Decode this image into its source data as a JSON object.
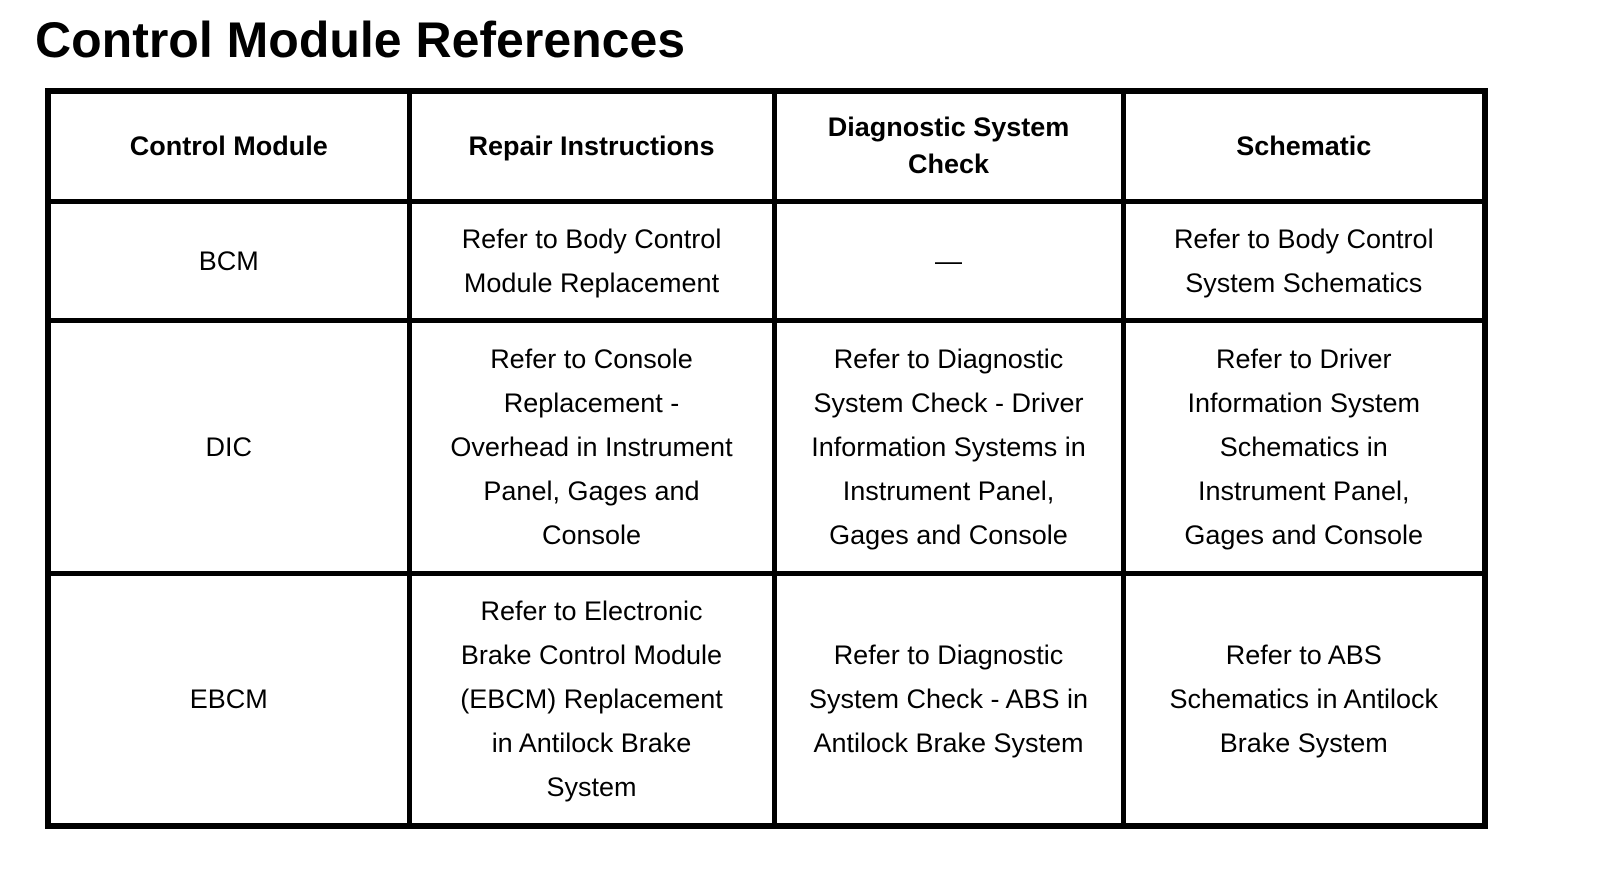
{
  "page": {
    "title": "Control Module References"
  },
  "table": {
    "columns": [
      {
        "label": "Control Module"
      },
      {
        "label": "Repair Instructions"
      },
      {
        "label": "Diagnostic System\nCheck"
      },
      {
        "label": "Schematic"
      }
    ],
    "rows": [
      {
        "module": "BCM",
        "repair": "Refer to Body Control\nModule Replacement",
        "diagnostic": "—",
        "schematic": "Refer to Body Control\nSystem Schematics"
      },
      {
        "module": "DIC",
        "repair": "Refer to Console\nReplacement -\nOverhead in Instrument\nPanel, Gages and\nConsole",
        "diagnostic": "Refer to Diagnostic\nSystem Check - Driver\nInformation Systems in\nInstrument Panel,\nGages and Console",
        "schematic": "Refer to Driver\nInformation System\nSchematics in\nInstrument Panel,\nGages and Console"
      },
      {
        "module": "EBCM",
        "repair": "Refer to Electronic\nBrake Control Module\n(EBCM) Replacement\nin Antilock Brake\nSystem",
        "diagnostic": "Refer to Diagnostic\nSystem Check - ABS in\nAntilock Brake System",
        "schematic": "Refer to ABS\nSchematics in Antilock\nBrake System"
      }
    ]
  }
}
